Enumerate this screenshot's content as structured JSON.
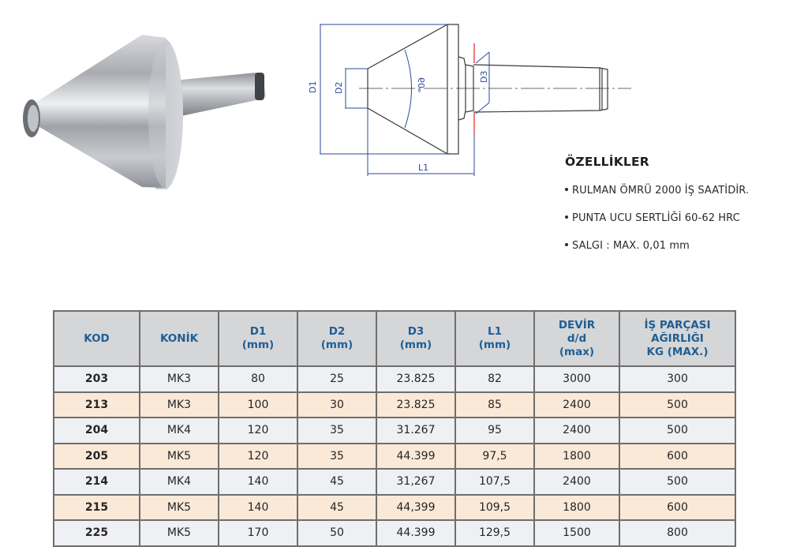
{
  "product_photo": {
    "alt": "Döner punta (live center) with wide 60° cone head"
  },
  "drawing": {
    "labels": {
      "d1": "D1",
      "d2": "D2",
      "d3": "D3",
      "l1": "L1",
      "angle": "60°"
    },
    "colors": {
      "dimension": "#2b4a9a",
      "outline": "#3a3a3a",
      "marker": "#e0262a"
    }
  },
  "features": {
    "title": "ÖZELLİKLER",
    "items": [
      "RULMAN ÖMRÜ 2000 İŞ SAATİDİR.",
      "PUNTA UCU SERTLİĞİ 60-62 HRC",
      "SALGI : MAX. 0,01 mm"
    ]
  },
  "table": {
    "colors": {
      "header_bg": "#d5d6d8",
      "header_text": "#1f5e96",
      "row_odd": "#eef0f3",
      "row_even": "#fbe9d7",
      "border": "#6e6e6e"
    },
    "headers": [
      {
        "lines": [
          "KOD"
        ]
      },
      {
        "lines": [
          "KONİK"
        ]
      },
      {
        "lines": [
          "D1",
          "(mm)"
        ]
      },
      {
        "lines": [
          "D2",
          "(mm)"
        ]
      },
      {
        "lines": [
          "D3",
          "(mm)"
        ]
      },
      {
        "lines": [
          "L1",
          "(mm)"
        ]
      },
      {
        "lines": [
          "DEVİR",
          "d/d",
          "(max)"
        ]
      },
      {
        "lines": [
          "İŞ PARÇASI",
          "AĞIRLIĞI",
          "KG (MAX.)"
        ]
      }
    ],
    "rows": [
      [
        "203",
        "MK3",
        "80",
        "25",
        "23.825",
        "82",
        "3000",
        "300"
      ],
      [
        "213",
        "MK3",
        "100",
        "30",
        "23.825",
        "85",
        "2400",
        "500"
      ],
      [
        "204",
        "MK4",
        "120",
        "35",
        "31.267",
        "95",
        "2400",
        "500"
      ],
      [
        "205",
        "MK5",
        "120",
        "35",
        "44.399",
        "97,5",
        "1800",
        "600"
      ],
      [
        "214",
        "MK4",
        "140",
        "45",
        "31,267",
        "107,5",
        "2400",
        "500"
      ],
      [
        "215",
        "MK5",
        "140",
        "45",
        "44,399",
        "109,5",
        "1800",
        "600"
      ],
      [
        "225",
        "MK5",
        "170",
        "50",
        "44.399",
        "129,5",
        "1500",
        "800"
      ]
    ]
  }
}
